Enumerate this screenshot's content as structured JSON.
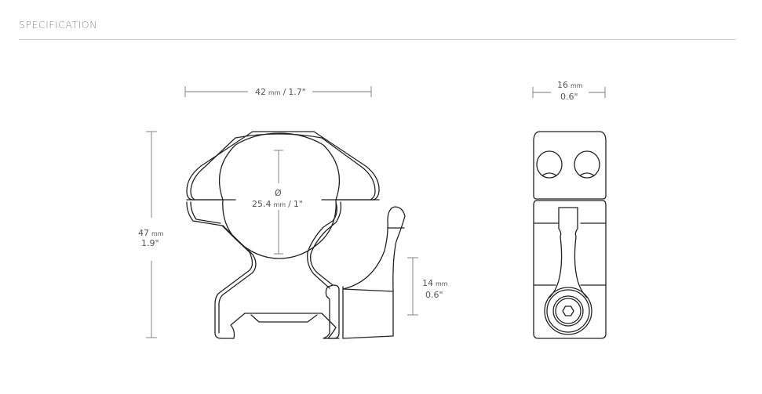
{
  "header": {
    "title": "SPECIFICATION"
  },
  "front_view": {
    "width_dim": {
      "value": "42",
      "unit": "mm",
      "imperial": "1.7\"",
      "separator": "/"
    },
    "height_dim": {
      "value": "47",
      "unit": "mm",
      "imperial": "1.9\""
    },
    "diameter_dim": {
      "symbol": "Ø",
      "value": "25.4",
      "unit": "mm",
      "imperial": "1\"",
      "separator": "/"
    },
    "lever_dim": {
      "value": "14",
      "unit": "mm",
      "imperial": "0.6\""
    }
  },
  "side_view": {
    "width_dim": {
      "value": "16",
      "unit": "mm",
      "imperial": "0.6\""
    }
  },
  "colors": {
    "line": "#222222",
    "dimension_line": "#777777",
    "text": "#555555",
    "rule": "#cfcfcf"
  }
}
